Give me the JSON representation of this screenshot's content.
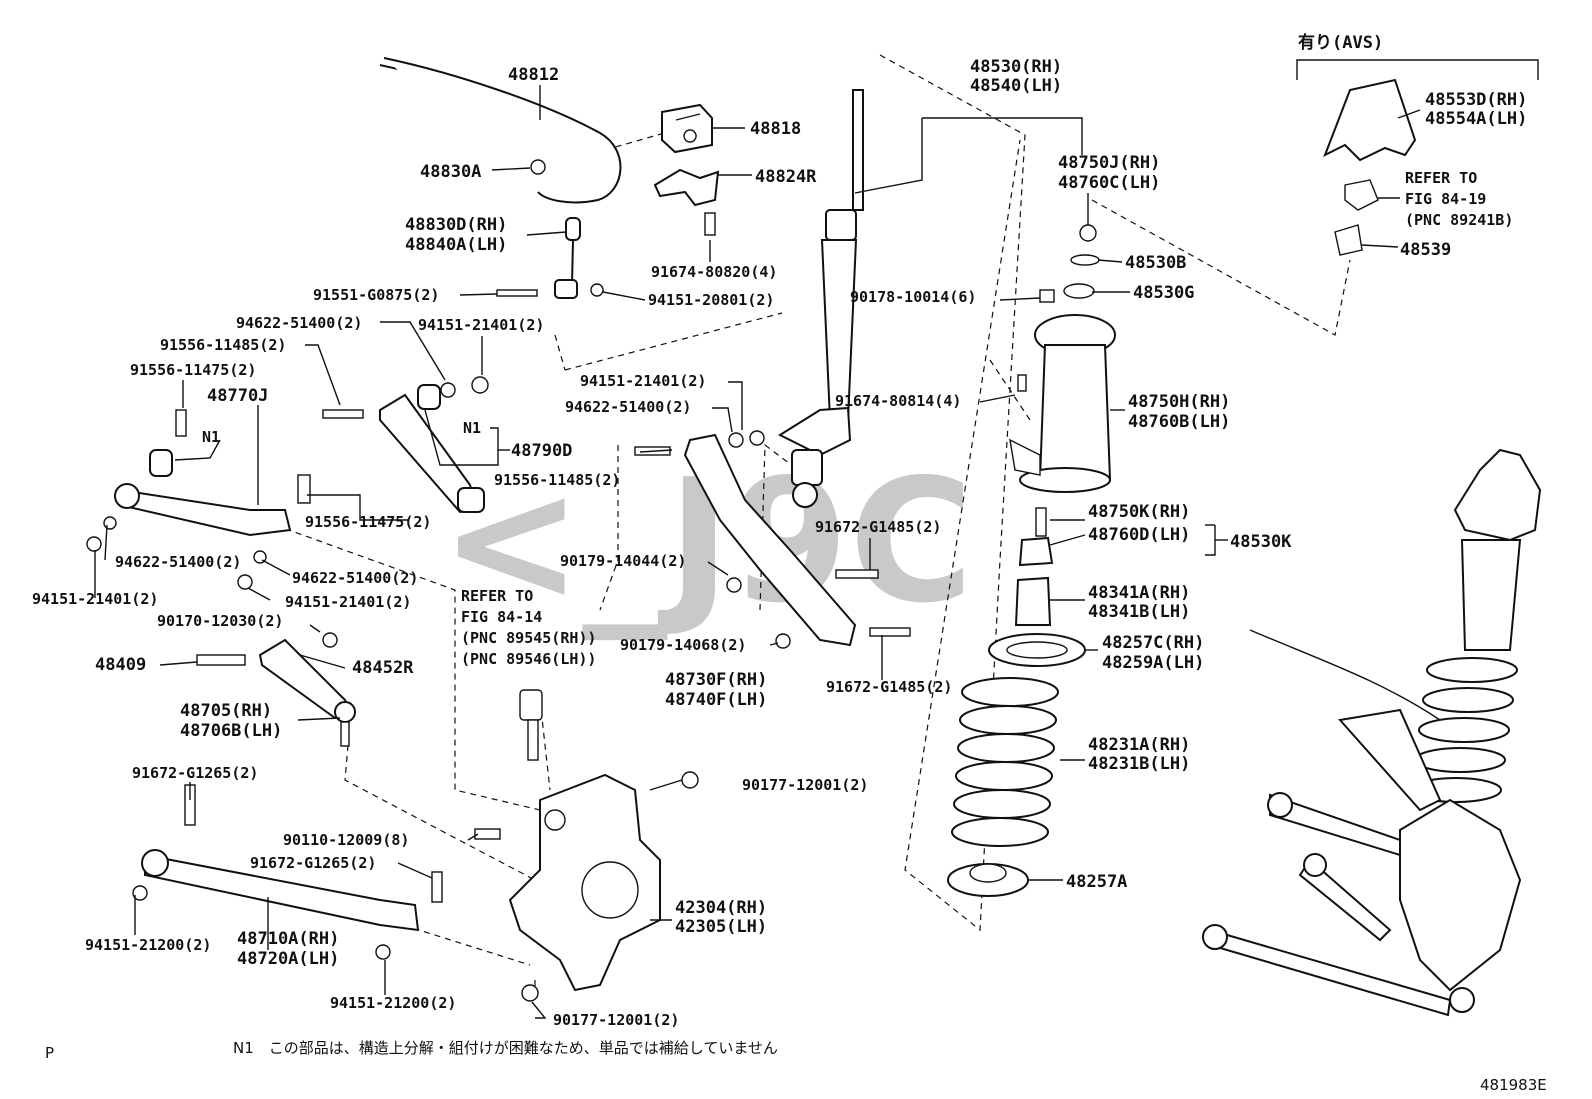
{
  "diagram": {
    "watermark": "<_J9C",
    "header_avs": "有り(AVS)",
    "footer_left": "P",
    "footer_note": "N1　この部品は、構造上分解・組付けが困難なため、単品では補給していません",
    "footer_code": "481983E",
    "labels": {
      "p48812": "48812",
      "p48818": "48818",
      "p48830A": "48830A",
      "p48824R": "48824R",
      "p48830D": "48830D(RH)",
      "p48840A": "48840A(LH)",
      "p91674_80820": "91674-80820(4)",
      "p91551": "91551-G0875(2)",
      "p94151_20801": "94151-20801(2)",
      "p94622_51400a": "94622-51400(2)",
      "p94151_21401a": "94151-21401(2)",
      "p91556_11485a": "91556-11485(2)",
      "p91556_11475a": "91556-11475(2)",
      "p48770J": "48770J",
      "n1a": "N1",
      "n1b": "N1",
      "p48790D": "48790D",
      "p91556_11475b": "91556-11475(2)",
      "p94151_21401b": "94151-21401(2)",
      "p94622_51400b": "94622-51400(2)",
      "p91556_11485b": "91556-11485(2)",
      "p94622_51400c": "94622-51400(2)",
      "p94622_51400d": "94622-51400(2)",
      "p94151_21401c": "94151-21401(2)",
      "p94151_21401d": "94151-21401(2)",
      "p90170": "90170-12030(2)",
      "p48409": "48409",
      "p48452R": "48452R",
      "p48705": "48705(RH)",
      "p48706B": "48706B(LH)",
      "refer1": "REFER TO",
      "refer1b": "FIG 84-14",
      "refer1c": "(PNC 89545(RH))",
      "refer1d": "(PNC 89546(LH))",
      "p90179_14044": "90179-14044(2)",
      "p90179_14068": "90179-14068(2)",
      "p48730F": "48730F(RH)",
      "p48740F": "48740F(LH)",
      "p91672_G1485a": "91672-G1485(2)",
      "p91672_G1485b": "91672-G1485(2)",
      "p91672_G1265a": "91672-G1265(2)",
      "p91672_G1265b": "91672-G1265(2)",
      "p90110": "90110-12009(8)",
      "p90177a": "90177-12001(2)",
      "p90177b": "90177-12001(2)",
      "p48710A": "48710A(RH)",
      "p48720A": "48720A(LH)",
      "p94151_21200a": "94151-21200(2)",
      "p94151_21200b": "94151-21200(2)",
      "p42304": "42304(RH)",
      "p42305": "42305(LH)",
      "p48530RH": "48530(RH)",
      "p48540LH": "48540(LH)",
      "p48750J": "48750J(RH)",
      "p48760C": "48760C(LH)",
      "p48530B": "48530B",
      "p90178": "90178-10014(6)",
      "p48530G": "48530G",
      "p91674_80814": "91674-80814(4)",
      "p48750H": "48750H(RH)",
      "p48760B": "48760B(LH)",
      "p48750K": "48750K(RH)",
      "p48760D": "48760D(LH)",
      "p48530K": "48530K",
      "p48341A": "48341A(RH)",
      "p48341B": "48341B(LH)",
      "p48257C": "48257C(RH)",
      "p48259A": "48259A(LH)",
      "p48231A": "48231A(RH)",
      "p48231B": "48231B(LH)",
      "p48257A": "48257A",
      "p48553D": "48553D(RH)",
      "p48554A": "48554A(LH)",
      "refer2": "REFER TO",
      "refer2b": "FIG 84-19",
      "refer2c": "(PNC 89241B)",
      "p48539": "48539"
    }
  }
}
